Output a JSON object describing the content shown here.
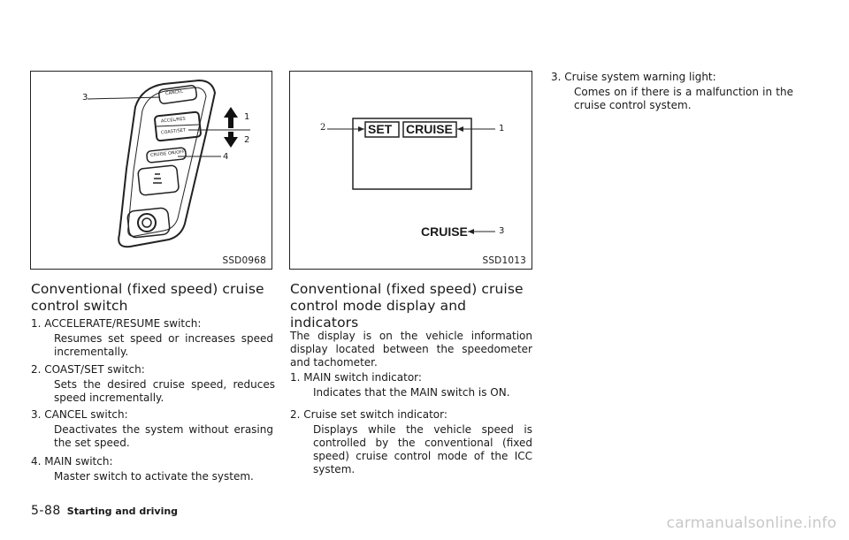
{
  "figure1": {
    "code": "SSD0968",
    "labels": {
      "n1": "1",
      "n2": "2",
      "n3": "3",
      "n4": "4"
    },
    "buttons": {
      "cancel": "CANCEL",
      "accel": "ACCEL/RES",
      "coast": "COAST/SET",
      "main": "CRUISE ON/OFF"
    }
  },
  "figure2": {
    "code": "SSD1013",
    "labels": {
      "n1": "1",
      "n2": "2",
      "n3": "3"
    },
    "set": "SET",
    "cruise": "CRUISE",
    "warning": "CRUISE"
  },
  "section1": {
    "title": "Conventional (fixed speed) cruise control switch",
    "items": [
      {
        "label": "1. ACCELERATE/RESUME switch:",
        "desc": "Resumes set speed or increases speed incrementally."
      },
      {
        "label": "2. COAST/SET switch:",
        "desc": "Sets the desired cruise speed, reduces speed incrementally."
      },
      {
        "label": "3. CANCEL switch:",
        "desc": "Deactivates the system without erasing the set speed."
      },
      {
        "label": "4. MAIN switch:",
        "desc": "Master switch to activate the system."
      }
    ]
  },
  "section2": {
    "title": "Conventional (fixed speed) cruise control mode display and indicators",
    "intro": "The display is on the vehicle information display located between the speedometer and tachometer.",
    "items": [
      {
        "label": "1. MAIN switch indicator:",
        "desc": "Indicates that the MAIN switch is ON."
      },
      {
        "label": "2. Cruise set switch indicator:",
        "desc": "Displays while the vehicle speed is controlled by the conventional (fixed speed) cruise control mode of the ICC system."
      }
    ]
  },
  "section3": {
    "items": [
      {
        "label": "3. Cruise system warning light:",
        "desc": "Comes on if there is a malfunction in the cruise control system."
      }
    ]
  },
  "footer": {
    "page": "5-88",
    "section": "Starting and driving"
  },
  "watermark": "carmanualsonline.info"
}
